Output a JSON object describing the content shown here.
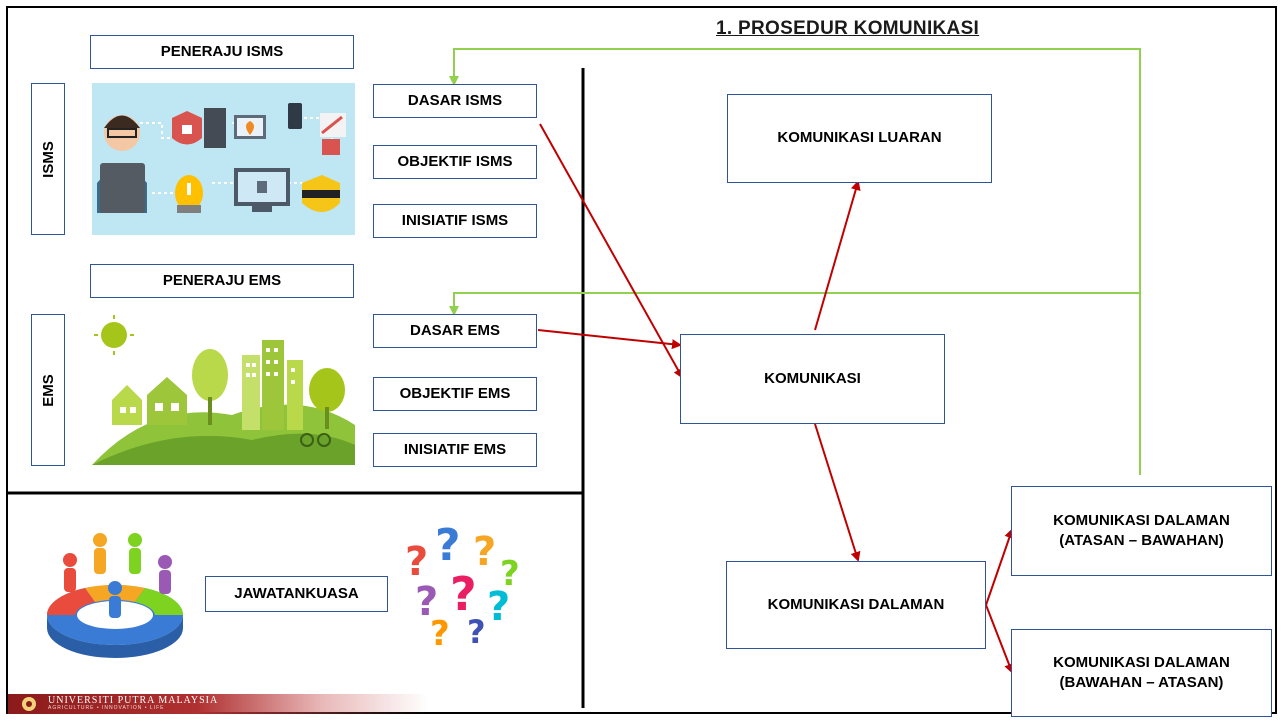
{
  "title": "1. PROSEDUR KOMUNIKASI",
  "isms": {
    "side_label": "ISMS",
    "leader": "PENERAJU ISMS",
    "policy": "DASAR ISMS",
    "objective": "OBJEKTIF ISMS",
    "initiative": "INISIATIF ISMS"
  },
  "ems": {
    "side_label": "EMS",
    "leader": "PENERAJU EMS",
    "policy": "DASAR EMS",
    "objective": "OBJEKTIF EMS",
    "initiative": "INISIATIF EMS"
  },
  "committee": "JAWATANKUASA",
  "nodes": {
    "external": "KOMUNIKASI LUARAN",
    "main": "KOMUNIKASI",
    "internal": "KOMUNIKASI DALAMAN",
    "internal_down": "KOMUNIKASI DALAMAN (ATASAN – BAWAHAN)",
    "internal_up": "KOMUNIKASI DALAMAN (BAWAHAN – ATASAN)"
  },
  "footer": {
    "university": "UNIVERSITI PUTRA MALAYSIA",
    "tagline": "AGRICULTURE • INNOVATION • LIFE"
  },
  "colors": {
    "arrow_red": "#c00000",
    "line_green": "#92d050",
    "box_border": "#2f5597"
  }
}
